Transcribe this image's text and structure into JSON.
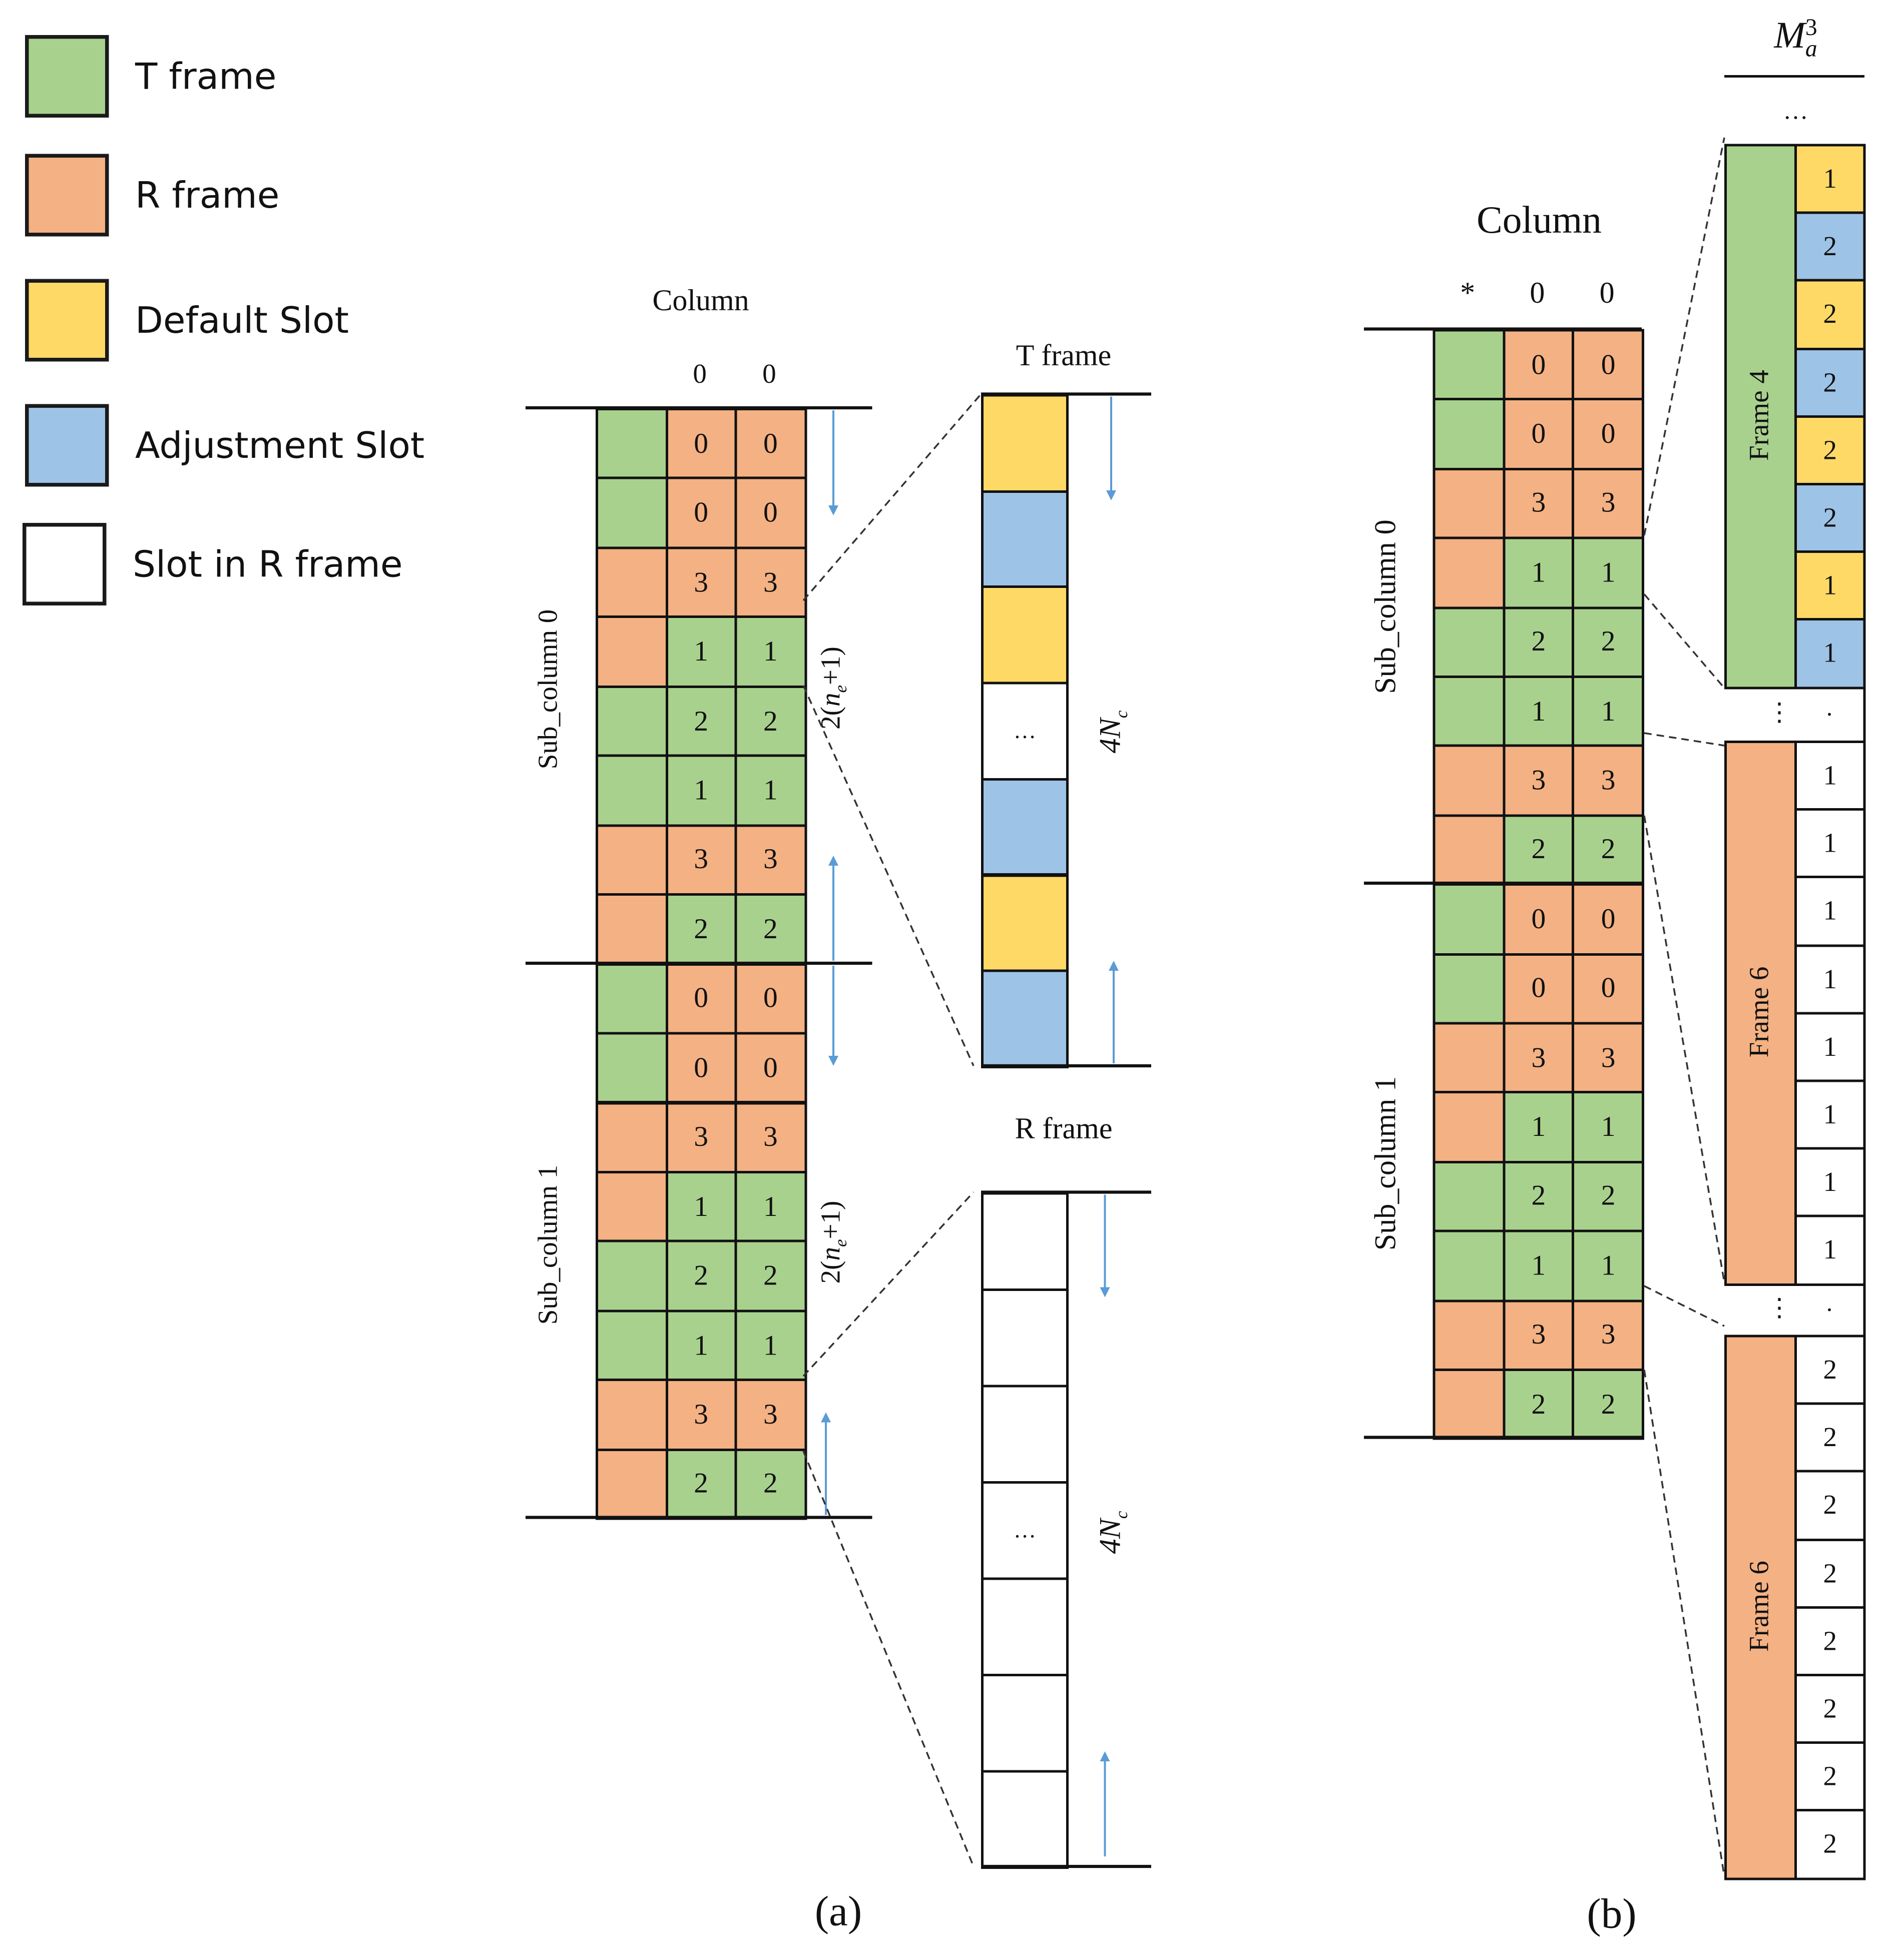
{
  "legend": [
    {
      "label": "T frame",
      "color": "#a9d18e"
    },
    {
      "label": "R frame",
      "color": "#f4b183"
    },
    {
      "label": "Default Slot",
      "color": "#ffd966"
    },
    {
      "label": "Adjustment Slot",
      "color": "#9dc3e6"
    },
    {
      "label": "Slot in R frame",
      "color": "#ffffff"
    }
  ],
  "colors": {
    "T": "#a9d18e",
    "R": "#f4b183",
    "D": "#ffd966",
    "A": "#9dc3e6",
    "W": "#ffffff",
    "arrow": "#5b9bd5"
  },
  "panel_a": {
    "column_title": "Column",
    "column_headers": [
      "",
      "0",
      "0"
    ],
    "sub_columns": [
      "Sub_column 0",
      "Sub_column 1"
    ],
    "rows": [
      [
        "T",
        "R:0",
        "R:0"
      ],
      [
        "T",
        "R:0",
        "R:0"
      ],
      [
        "R",
        "R:3",
        "R:3"
      ],
      [
        "R",
        "T:1",
        "T:1"
      ],
      [
        "T",
        "T:2",
        "T:2"
      ],
      [
        "T",
        "T:1",
        "T:1"
      ],
      [
        "R",
        "R:3",
        "R:3"
      ],
      [
        "R",
        "T:2",
        "T:2"
      ],
      [
        "T",
        "R:0",
        "R:0"
      ],
      [
        "T",
        "R:0",
        "R:0"
      ],
      [
        "R",
        "R:3",
        "R:3"
      ],
      [
        "R",
        "T:1",
        "T:1"
      ],
      [
        "T",
        "T:2",
        "T:2"
      ],
      [
        "T",
        "T:1",
        "T:1"
      ],
      [
        "R",
        "R:3",
        "R:3"
      ],
      [
        "R",
        "T:2",
        "T:2"
      ]
    ],
    "span_label": "2(n_e+1)",
    "t_frame": {
      "title": "T frame",
      "slots": [
        "D",
        "A",
        "D",
        "W:…",
        "A",
        "D",
        "A"
      ],
      "length_label": "4N_c"
    },
    "r_frame": {
      "title": "R frame",
      "slots": [
        "W",
        "W",
        "W",
        "W:…",
        "W",
        "W",
        "W"
      ],
      "length_label": "4N_c"
    },
    "caption": "(a)"
  },
  "panel_b": {
    "column_title": "Column",
    "column_headers": [
      "*",
      "0",
      "0"
    ],
    "sub_columns": [
      "Sub_column 0",
      "Sub_column 1"
    ],
    "rows": [
      [
        "T",
        "R:0",
        "R:0"
      ],
      [
        "T",
        "R:0",
        "R:0"
      ],
      [
        "R",
        "R:3",
        "R:3"
      ],
      [
        "R",
        "T:1",
        "T:1"
      ],
      [
        "T",
        "T:2",
        "T:2"
      ],
      [
        "T",
        "T:1",
        "T:1"
      ],
      [
        "R",
        "R:3",
        "R:3"
      ],
      [
        "R",
        "T:2",
        "T:2"
      ],
      [
        "T",
        "R:0",
        "R:0"
      ],
      [
        "T",
        "R:0",
        "R:0"
      ],
      [
        "R",
        "R:3",
        "R:3"
      ],
      [
        "R",
        "T:1",
        "T:1"
      ],
      [
        "T",
        "T:2",
        "T:2"
      ],
      [
        "T",
        "T:1",
        "T:1"
      ],
      [
        "R",
        "R:3",
        "R:3"
      ],
      [
        "R",
        "T:2",
        "T:2"
      ]
    ],
    "matrix_label": "M_a^3",
    "matrix_top_ellipsis": "…",
    "frames": [
      {
        "label": "Frame 4",
        "type": "T",
        "slots": [
          [
            "D",
            "1"
          ],
          [
            "A",
            "2"
          ],
          [
            "D",
            "2"
          ],
          [
            "A",
            "2"
          ],
          [
            "D",
            "2"
          ],
          [
            "A",
            "2"
          ],
          [
            "D",
            "1"
          ],
          [
            "A",
            "1"
          ]
        ]
      },
      {
        "label": "Frame 6",
        "type": "R",
        "slots": [
          [
            "W",
            "1"
          ],
          [
            "W",
            "1"
          ],
          [
            "W",
            "1"
          ],
          [
            "W",
            "1"
          ],
          [
            "W",
            "1"
          ],
          [
            "W",
            "1"
          ],
          [
            "W",
            "1"
          ],
          [
            "W",
            "1"
          ]
        ]
      },
      {
        "label": "Frame 6",
        "type": "R",
        "slots": [
          [
            "W",
            "2"
          ],
          [
            "W",
            "2"
          ],
          [
            "W",
            "2"
          ],
          [
            "W",
            "2"
          ],
          [
            "W",
            "2"
          ],
          [
            "W",
            "2"
          ],
          [
            "W",
            "2"
          ],
          [
            "W",
            "2"
          ]
        ]
      }
    ],
    "gap_ellipsis": "⋮",
    "gap_dot": ".",
    "caption": "(b)"
  }
}
